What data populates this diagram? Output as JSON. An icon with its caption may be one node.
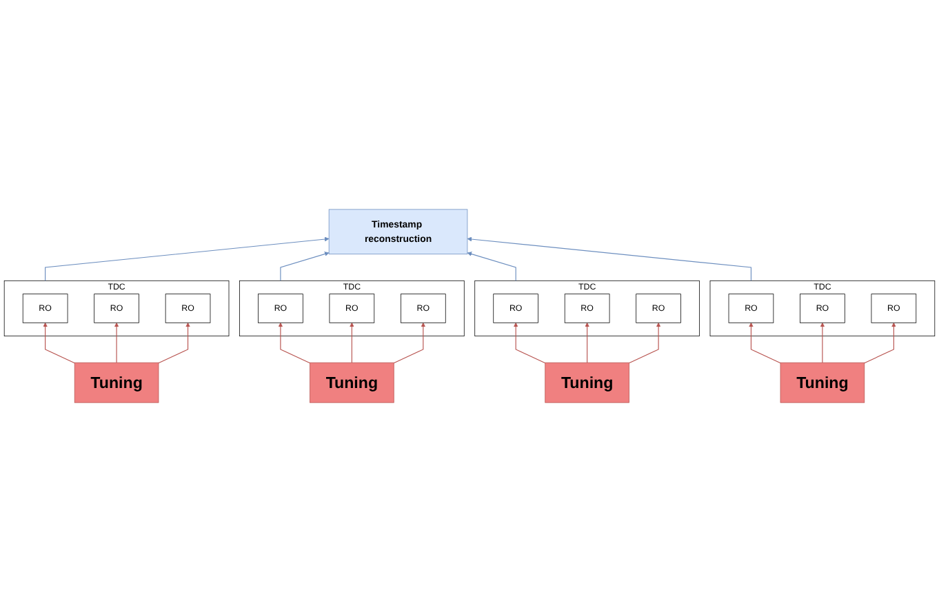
{
  "diagram": {
    "nodes": [
      {
        "text": [
          "Timestamp reconstruction"
        ]
      },
      {
        "text": [
          "Tuning"
        ]
      },
      {
        "text": [
          "TDC"
        ]
      },
      {
        "text": [
          "RO"
        ],
        "in": 2
      },
      {
        "text": [
          "RO"
        ],
        "in": 2
      },
      {
        "text": [
          "RO"
        ],
        "in": 2
      },
      {
        "text": [
          "TDC"
        ]
      },
      {
        "text": [
          "RO"
        ],
        "in": 6
      },
      {
        "text": [
          "RO"
        ],
        "in": 6
      },
      {
        "text": [
          "RO"
        ],
        "in": 6
      },
      {
        "text": [
          "Tuning"
        ]
      },
      {
        "text": [
          "Tuning"
        ]
      },
      {
        "text": [
          "TDC"
        ]
      },
      {
        "text": [
          "RO"
        ],
        "in": 12
      },
      {
        "text": [
          "RO"
        ],
        "in": 12
      },
      {
        "text": [
          "RO"
        ],
        "in": 12
      },
      {
        "text": [
          "TDC"
        ]
      },
      {
        "text": [
          "RO"
        ],
        "in": 16
      },
      {
        "text": [
          "RO"
        ],
        "in": 16
      },
      {
        "text": [
          "RO"
        ],
        "in": 16
      },
      {
        "text": [
          "Tuning"
        ]
      }
    ],
    "edges": [
      {
        "from": 1,
        "to": 3,
        "arrow": "to"
      },
      {
        "from": 1,
        "to": 4,
        "arrow": "to"
      },
      {
        "from": 1,
        "to": 5,
        "arrow": "to"
      },
      {
        "from": 10,
        "to": 7,
        "arrow": "to"
      },
      {
        "from": 10,
        "to": 8,
        "arrow": "to"
      },
      {
        "from": 10,
        "to": 9,
        "arrow": "to"
      },
      {
        "from": 11,
        "to": 13,
        "arrow": "to"
      },
      {
        "from": 11,
        "to": 14,
        "arrow": "to"
      },
      {
        "from": 11,
        "to": 15,
        "arrow": "to"
      },
      {
        "from": 20,
        "to": 17,
        "arrow": "to"
      },
      {
        "from": 20,
        "to": 18,
        "arrow": "to"
      },
      {
        "from": 20,
        "to": 19,
        "arrow": "to"
      },
      {
        "from": 2,
        "to": 0,
        "arrow": "to",
        "color": "#6c8ebf"
      },
      {
        "from": 6,
        "to": 0,
        "arrow": "to",
        "color": "#6c8ebf"
      },
      {
        "from": 12,
        "to": 0,
        "arrow": "to",
        "color": "#6c8ebf"
      },
      {
        "from": 16,
        "to": 0,
        "arrow": "to",
        "color": "#6c8ebf"
      }
    ]
  }
}
